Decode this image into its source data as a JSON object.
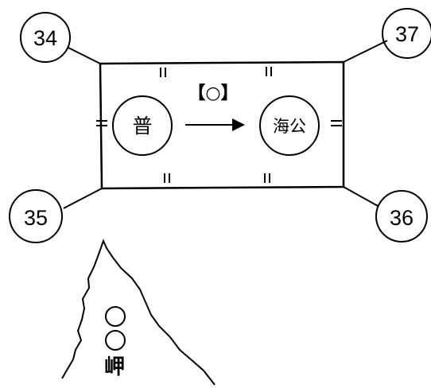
{
  "corners": {
    "top_left": "34",
    "top_right": "37",
    "bottom_left": "35",
    "bottom_right": "36"
  },
  "nodes": {
    "left": "普",
    "right": "海公"
  },
  "question_label": "【○】",
  "blanks": {
    "first": "○",
    "second": "○"
  },
  "cape_label": "岬"
}
